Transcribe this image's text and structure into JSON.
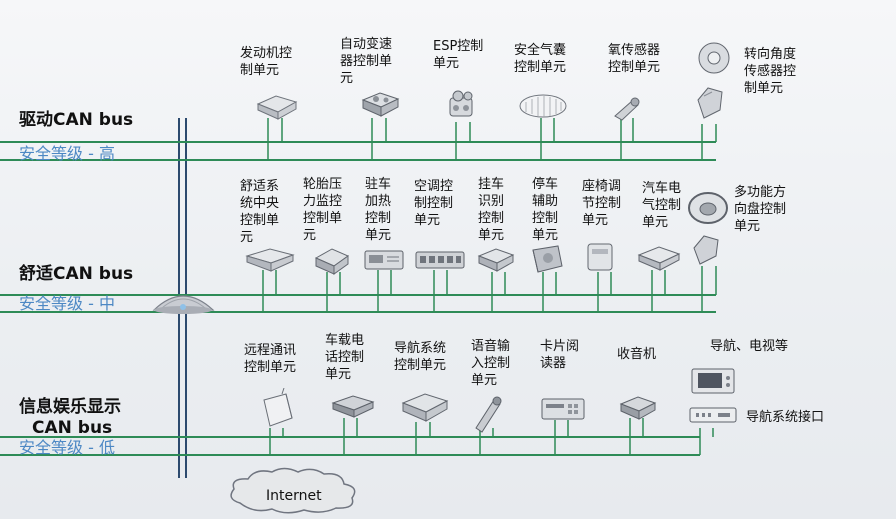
{
  "buses": {
    "drive": {
      "title": "驱动CAN bus",
      "level": "安全等级 - 高"
    },
    "comfort": {
      "title": "舒适CAN bus",
      "level": "安全等级 - 中"
    },
    "info": {
      "title_line1": "信息娱乐显示",
      "title_line2": "CAN bus",
      "level": "安全等级 - 低"
    }
  },
  "drive_units": [
    {
      "l1": "发动机控",
      "l2": "制单元"
    },
    {
      "l1": "自动变速",
      "l2": "器控制单",
      "l3": "元"
    },
    {
      "l1": "ESP控制",
      "l2": "单元"
    },
    {
      "l1": "安全气囊",
      "l2": "控制单元"
    },
    {
      "l1": "氧传感器",
      "l2": "控制单元"
    },
    {
      "l1": "转向角度",
      "l2": "传感器控",
      "l3": "制单元"
    }
  ],
  "comfort_units": [
    {
      "l1": "舒适系",
      "l2": "统中央",
      "l3": "控制单",
      "l4": "元"
    },
    {
      "l1": "轮胎压",
      "l2": "力监控",
      "l3": "控制单",
      "l4": "元"
    },
    {
      "l1": "驻车",
      "l2": "加热",
      "l3": "控制",
      "l4": "单元"
    },
    {
      "l1": "空调控",
      "l2": "制控制",
      "l3": "单元"
    },
    {
      "l1": "挂车",
      "l2": "识别",
      "l3": "控制",
      "l4": "单元"
    },
    {
      "l1": "停车",
      "l2": "辅助",
      "l3": "控制",
      "l4": "单元"
    },
    {
      "l1": "座椅调",
      "l2": "节控制",
      "l3": "单元"
    },
    {
      "l1": "汽车电",
      "l2": "气控制",
      "l3": "单元"
    },
    {
      "l1": "多功能方",
      "l2": "向盘控制",
      "l3": "单元"
    }
  ],
  "info_units": [
    {
      "l1": "远程通讯",
      "l2": "控制单元"
    },
    {
      "l1": "车载电",
      "l2": "话控制",
      "l3": "单元"
    },
    {
      "l1": "导航系统",
      "l2": "控制单元"
    },
    {
      "l1": "语音输",
      "l2": "入控制",
      "l3": "单元"
    },
    {
      "l1": "卡片阅",
      "l2": "读器"
    },
    {
      "l1": "收音机"
    },
    {
      "l1": "导航、电视等"
    },
    {
      "l1": "导航系统接口"
    }
  ],
  "internet_label": "Internet",
  "colors": {
    "bus_line": "#2e8b57",
    "vertical_line": "#2c4a6e",
    "level_text": "#4d88c4"
  }
}
